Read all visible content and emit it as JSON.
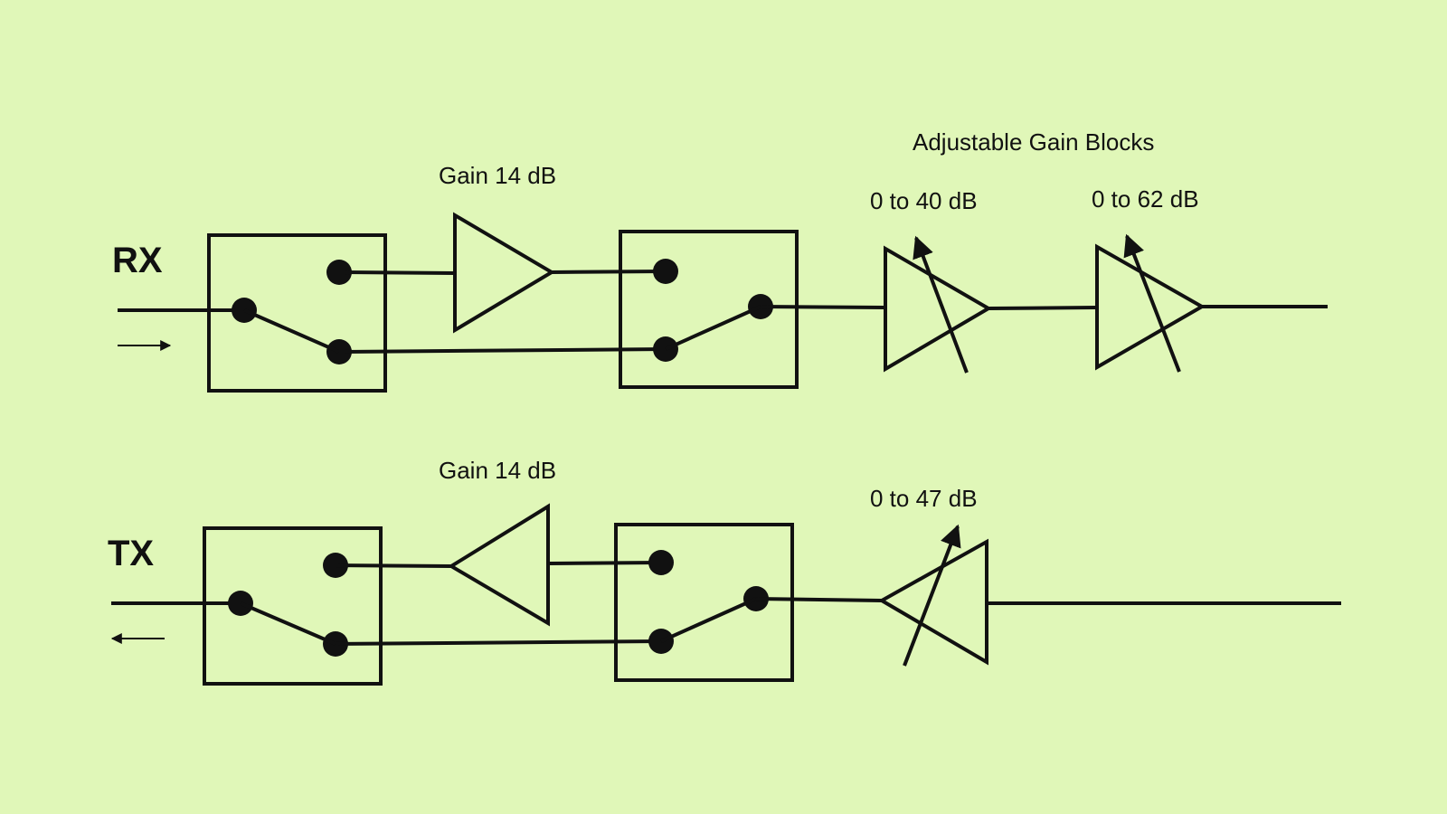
{
  "labels": {
    "rx": "RX",
    "tx": "TX",
    "adjustable_header": "Adjustable Gain Blocks",
    "rx_fixed_gain": "Gain 14 dB",
    "rx_adj1_range": "0 to 40 dB",
    "rx_adj2_range": "0 to 62 dB",
    "tx_fixed_gain": "Gain 14 dB",
    "tx_adj_range": "0 to 47 dB"
  },
  "colors": {
    "background": "#e0f7b8",
    "ink": "#111111"
  },
  "icons": {
    "rx_direction": "arrow-right-icon",
    "tx_direction": "arrow-left-icon",
    "switch": "spdt-switch-icon",
    "amplifier": "triangle-amplifier-icon",
    "variable_amplifier": "variable-gain-amplifier-icon"
  }
}
